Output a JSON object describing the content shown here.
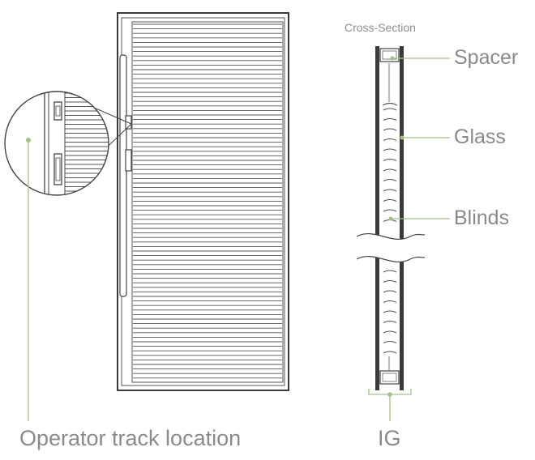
{
  "labels": {
    "cross_section": "Cross-Section",
    "spacer": "Spacer",
    "glass": "Glass",
    "blinds": "Blinds",
    "operator_track": "Operator track location",
    "ig": "IG"
  },
  "colors": {
    "line": "#3a3a3a",
    "accent": "#a7bf8a",
    "text": "#8a8a8a"
  }
}
